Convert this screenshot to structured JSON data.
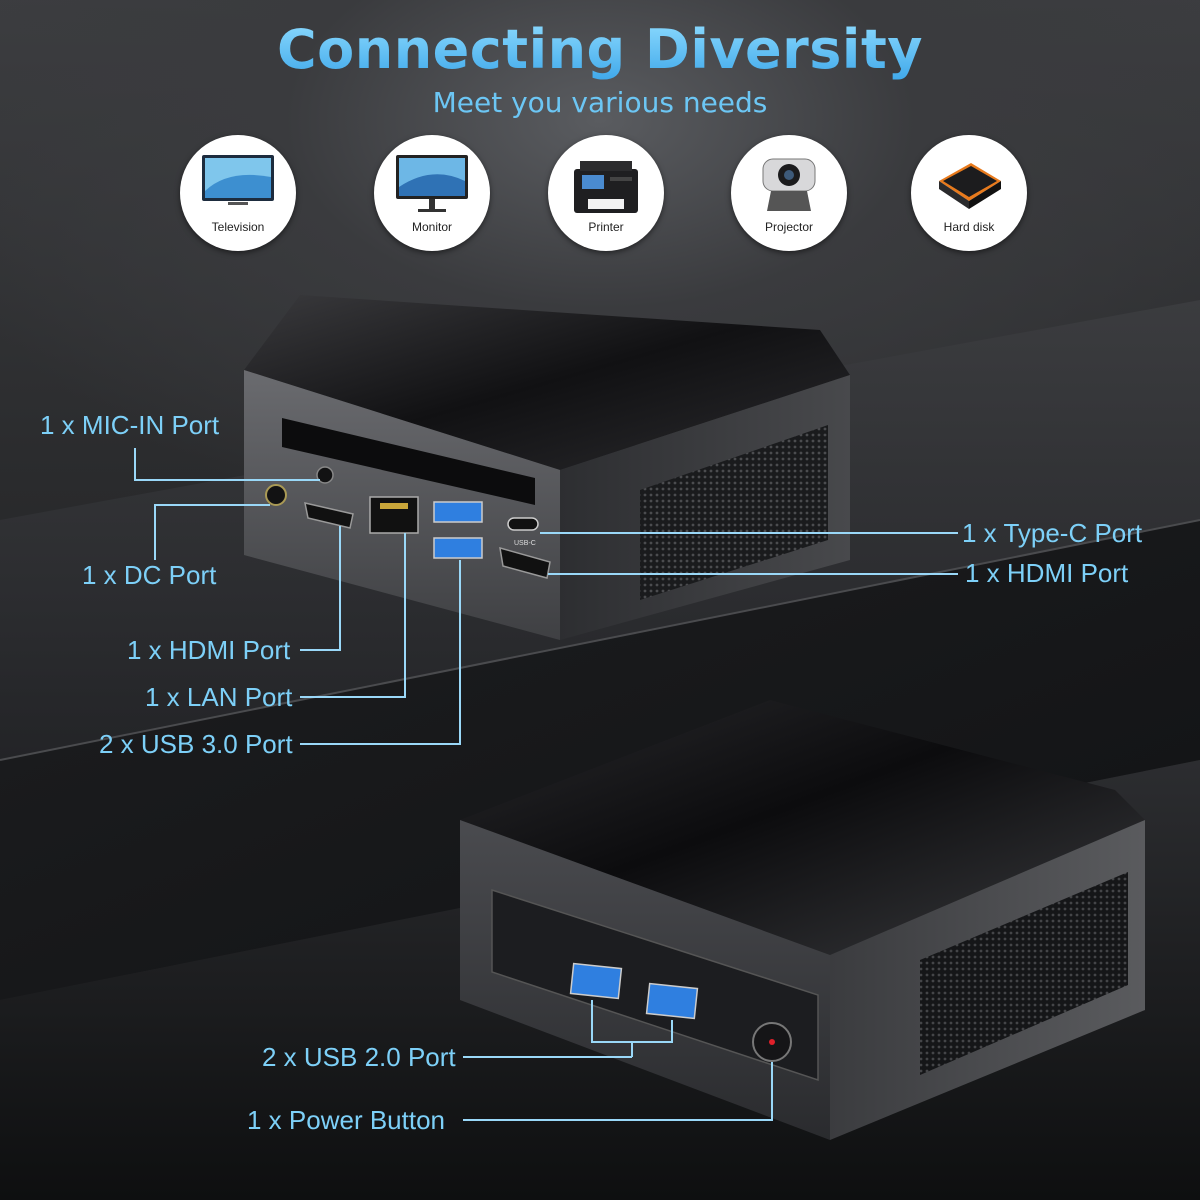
{
  "header": {
    "title": "Connecting Diversity",
    "subtitle": "Meet you various needs"
  },
  "devices": [
    {
      "label": "Television",
      "icon": "television-icon"
    },
    {
      "label": "Monitor",
      "icon": "monitor-icon"
    },
    {
      "label": "Printer",
      "icon": "printer-icon"
    },
    {
      "label": "Projector",
      "icon": "projector-icon"
    },
    {
      "label": "Hard disk",
      "icon": "hard-disk-icon"
    }
  ],
  "ports_back": {
    "mic_in": "1 x MIC-IN Port",
    "dc": "1 x DC Port",
    "hdmi_left": "1 x HDMI Port",
    "lan": "1 x LAN Port",
    "usb3": "2 x USB 3.0 Port",
    "type_c": "1 x Type-C Port",
    "hdmi_right": "1 x HDMI Port"
  },
  "ports_front": {
    "usb2": "2 x USB 2.0 Port",
    "power": "1 x Power Button"
  },
  "port_markings": {
    "usb_c": "USB-C"
  },
  "colors": {
    "accent": "#7dd0f8",
    "line": "#9ad8f8",
    "usb_blue": "#2f7fe0",
    "power_led": "#e0202a"
  }
}
